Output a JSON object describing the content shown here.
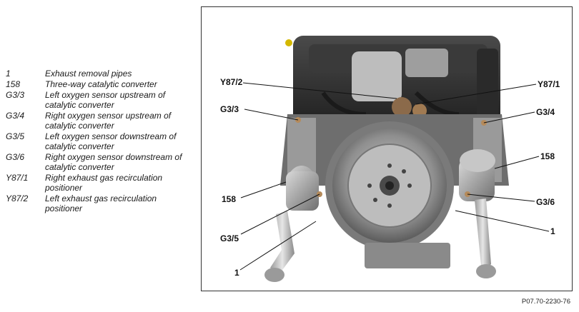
{
  "legend": [
    {
      "code": "1",
      "desc": "Exhaust removal pipes"
    },
    {
      "code": "158",
      "desc": "Three-way catalytic converter"
    },
    {
      "code": "G3/3",
      "desc": "Left oxygen sensor upstream of catalytic converter"
    },
    {
      "code": "G3/4",
      "desc": "Right oxygen sensor upstream of catalytic converter"
    },
    {
      "code": "G3/5",
      "desc": "Left oxygen sensor downstream of catalytic converter"
    },
    {
      "code": "G3/6",
      "desc": "Right oxygen sensor downstream of catalytic converter"
    },
    {
      "code": "Y87/1",
      "desc": "Right exhaust gas recirculation positioner"
    },
    {
      "code": "Y87/2",
      "desc": "Left exhaust gas recirculation positioner"
    }
  ],
  "callouts": {
    "y87_2": "Y87/2",
    "y87_1": "Y87/1",
    "g3_3": "G3/3",
    "g3_4": "G3/4",
    "n158_right": "158",
    "n158_left": "158",
    "g3_6": "G3/6",
    "g3_5": "G3/5",
    "n1_right": "1",
    "n1_left": "1"
  },
  "figure_id": "P07.70-2230-76"
}
